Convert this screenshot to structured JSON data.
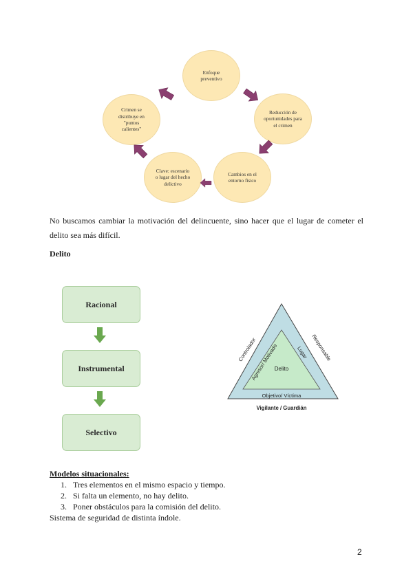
{
  "cycle": {
    "nodes": [
      {
        "label": "Enfoque\npreventivo"
      },
      {
        "label": "Reducción de\noportunidades para\nel crimen"
      },
      {
        "label": "Cambios en el\nentorno físico"
      },
      {
        "label": "Clave: escenario\no lugar del hecho\ndelictivo"
      },
      {
        "label": "Crimen se\ndistribuye en\n\"puntos\ncalientes\""
      }
    ],
    "arrow_color": "#8b3f70"
  },
  "intro_paragraph": {
    "line1": "No buscamos cambiar la motivación del delincuente, sino hacer que el lugar de cometer el",
    "line2": "delito sea más difícil."
  },
  "delito_heading": "Delito",
  "flow": {
    "boxes": [
      "Racional",
      "Instrumental",
      "Selectivo"
    ],
    "arrow_color": "#6aa84f"
  },
  "triangle": {
    "center": "Delito",
    "inner_left": "Agresor/ Motivado",
    "inner_right": "Lugar",
    "inner_bottom": "Objetivo/ Víctima",
    "outer_left": "Controlador",
    "outer_right": "Responsable",
    "outer_bottom": "Vigilante / Guardián"
  },
  "models": {
    "heading": "Modelos situacionales:",
    "items": [
      {
        "num": "1.",
        "text": "Tres elementos en el mismo espacio y tiempo."
      },
      {
        "num": "2.",
        "text": "Si falta un elemento, no hay delito."
      },
      {
        "num": "3.",
        "text": "Poner obstáculos para la comisión del delito."
      }
    ],
    "closing": "Sistema de seguridad de distinta índole."
  },
  "page_number": "2"
}
